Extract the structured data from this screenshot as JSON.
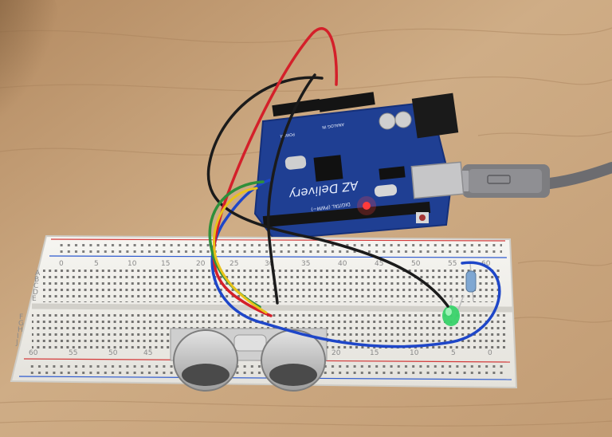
{
  "photo": {
    "colors": {
      "table": "#c8a47c",
      "table_shadow": "#8e6c4a",
      "breadboard": "#f2f1ec",
      "arduino_pcb": "#1f3f93",
      "wire_red": "#d4202a",
      "wire_black": "#1b1b1b",
      "wire_blue": "#1e46c8",
      "wire_green": "#2f8f3a",
      "wire_yellow": "#e8c21a",
      "led_green": "#39d36a",
      "usb_cable": "#7d7d80",
      "sensor": "#b9b9b9"
    }
  },
  "arduino": {
    "brand_text": "AZ Delivery",
    "digital_label": "DIGITAL (PWM~)",
    "power_label": "POWER",
    "analog_label": "ANALOG IN"
  },
  "breadboard": {
    "top_numbers": [
      "0",
      "5",
      "10",
      "15",
      "20",
      "25",
      "30",
      "35",
      "40",
      "45",
      "50",
      "55",
      "60"
    ],
    "bottom_numbers": [
      "60",
      "55",
      "50",
      "45",
      "40",
      "35",
      "30",
      "25",
      "20",
      "15",
      "10",
      "5",
      "0"
    ],
    "row_letters_top": [
      "A",
      "B",
      "C",
      "D",
      "E"
    ],
    "row_letters_bottom": [
      "F",
      "G",
      "H",
      "I",
      "J"
    ]
  }
}
